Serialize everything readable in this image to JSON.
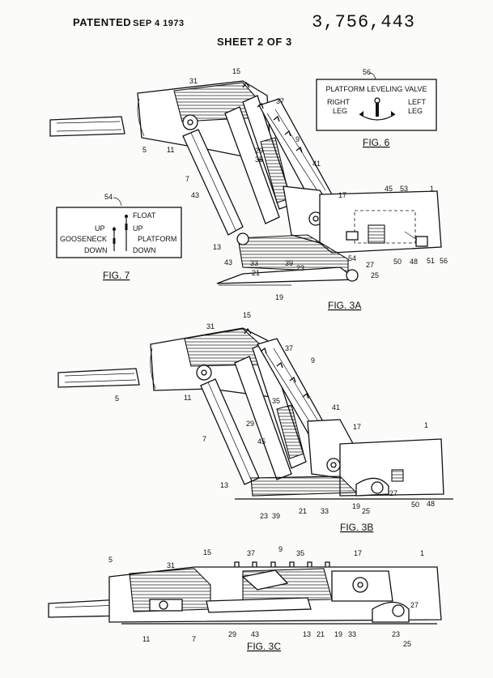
{
  "header": {
    "patented": "PATENTED",
    "date": "SEP 4 1973",
    "patent_number": "3,756,443",
    "sheet": "SHEET 2 OF 3"
  },
  "fig6": {
    "ref": "56",
    "title": "PLATFORM LEVELING VALVE",
    "right_leg": [
      "RIGHT",
      "LEG"
    ],
    "left_leg": [
      "LEFT",
      "LEG"
    ],
    "caption": "FIG. 6"
  },
  "fig7": {
    "ref": "54",
    "float": "FLOAT",
    "up_left": "UP",
    "up_right": "UP",
    "gooseneck": "GOOSENECK",
    "platform": "PLATFORM",
    "down_left": "DOWN",
    "down_right": "DOWN",
    "caption": "FIG. 7"
  },
  "fig3a": {
    "caption": "FIG. 3A",
    "refs": [
      "15",
      "31",
      "37",
      "9",
      "5",
      "11",
      "29",
      "35",
      "41",
      "7",
      "43",
      "17",
      "45",
      "53",
      "1",
      "13",
      "54",
      "50",
      "48",
      "51",
      "56",
      "43",
      "33",
      "39",
      "23",
      "27",
      "25",
      "21",
      "19"
    ]
  },
  "fig3b": {
    "caption": "FIG. 3B",
    "refs": [
      "15",
      "31",
      "37",
      "9",
      "5",
      "11",
      "35",
      "41",
      "29",
      "45",
      "17",
      "1",
      "7",
      "13",
      "27",
      "50",
      "48",
      "23",
      "39",
      "21",
      "33",
      "19",
      "25"
    ]
  },
  "fig3c": {
    "caption": "FIG. 3C",
    "refs": [
      "15",
      "37",
      "9",
      "35",
      "17",
      "1",
      "5",
      "31",
      "27",
      "11",
      "7",
      "29",
      "43",
      "13",
      "21",
      "19",
      "33",
      "23",
      "25"
    ]
  }
}
